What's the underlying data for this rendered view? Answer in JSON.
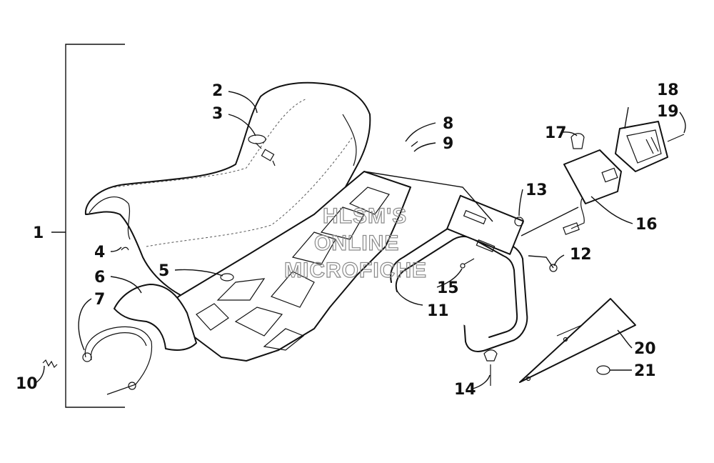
{
  "callouts": {
    "c1": "1",
    "c2": "2",
    "c3": "3",
    "c4": "4",
    "c5": "5",
    "c6": "6",
    "c7": "7",
    "c8": "8",
    "c9": "9",
    "c10": "10",
    "c11": "11",
    "c12": "12",
    "c13": "13",
    "c14": "14",
    "c15": "15",
    "c16": "16",
    "c17": "17",
    "c18": "18",
    "c19": "19",
    "c20": "20",
    "c21": "21"
  },
  "watermark": {
    "line1": "HLSM'S",
    "line2": "ONLINE",
    "line3": "MICROFICHE"
  },
  "colors": {
    "ink": "#111111",
    "watermark": "#8a8a8a",
    "background": "#ffffff"
  }
}
